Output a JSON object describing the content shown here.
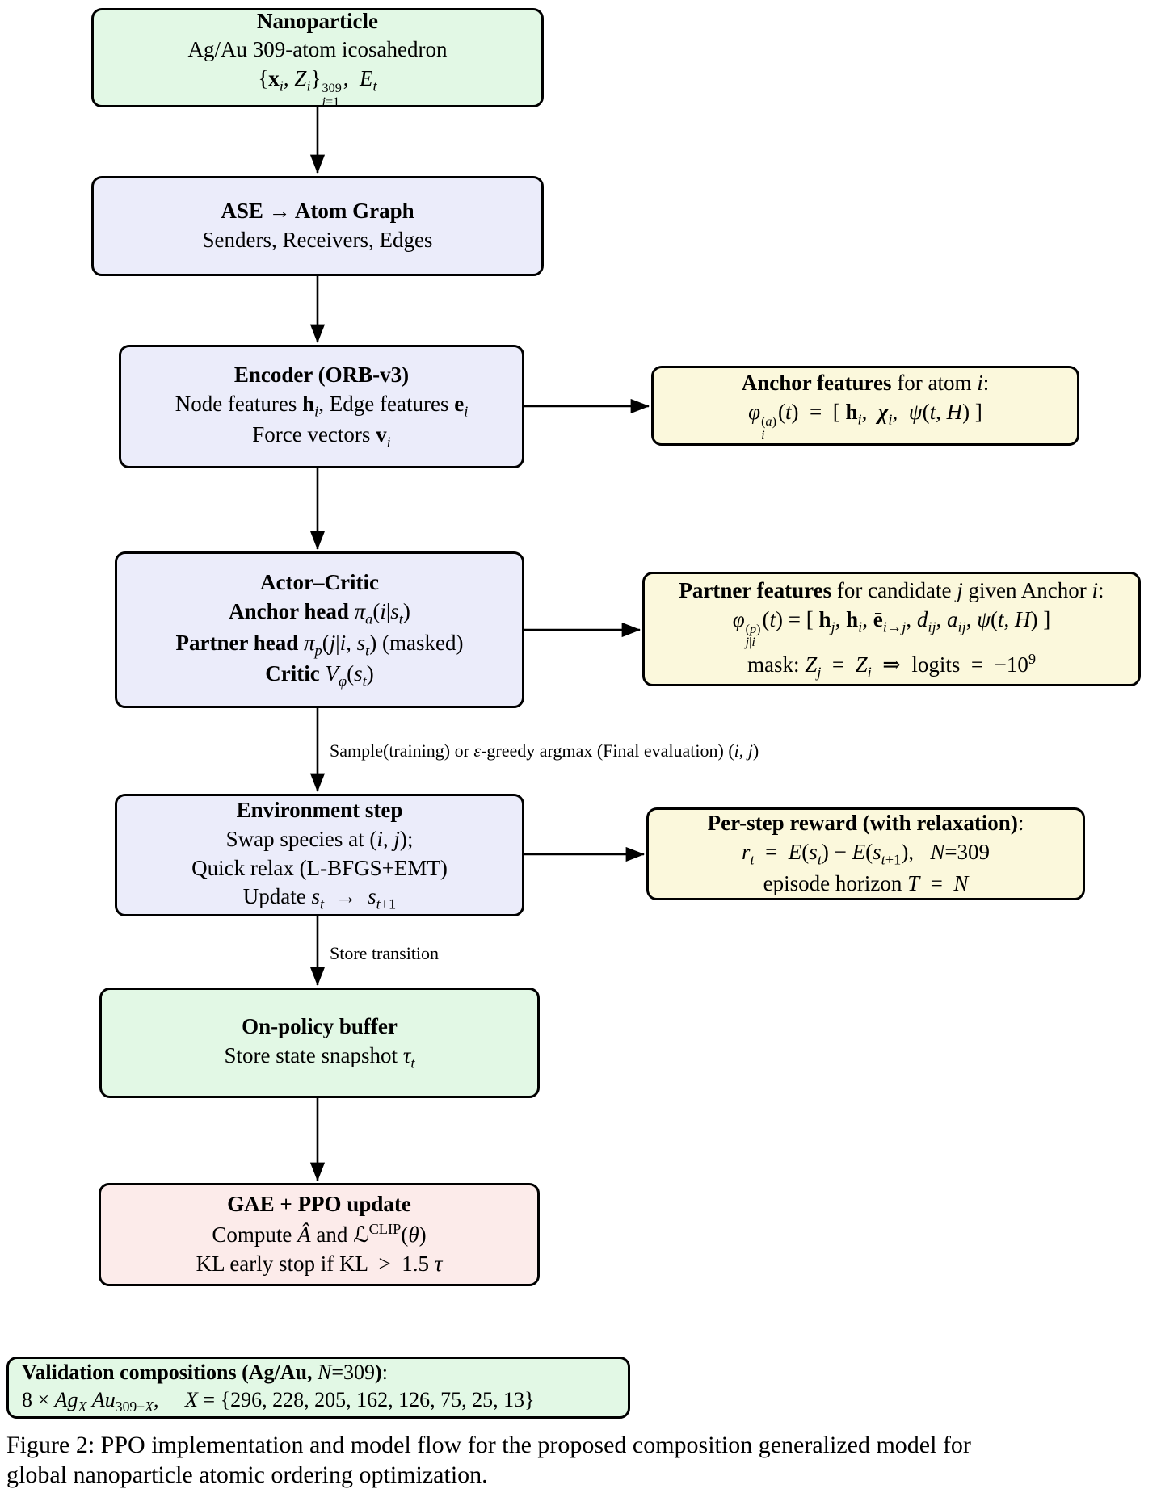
{
  "colors": {
    "green": "#e2f8e5",
    "lavender": "#ebecfa",
    "yellow": "#fbf8dc",
    "pink": "#fcebea",
    "border": "#000000",
    "arrow": "#000000"
  },
  "nodes": {
    "nanoparticle": {
      "title": "Nanoparticle",
      "lines": [
        "Ag/Au 309-atom icosahedron",
        "{<b>x</b><sub><i>i</i></sub>, <i>Z</i><sub><i>i</i></sub>}<span class=\"ss\"><span>309</span><span><i>i</i>=1</span></span>,&nbsp; <i>E</i><sub><i>t</i></sub>"
      ]
    },
    "atom_graph": {
      "title": "ASE → Atom Graph",
      "lines": [
        "Senders, Receivers, Edges"
      ]
    },
    "encoder": {
      "title": "Encoder (ORB-v3)",
      "lines": [
        "Node features <b>h</b><sub><i>i</i></sub>, Edge features <b>e</b><sub><i>i</i></sub>",
        "Force vectors <b>v</b><sub><i>i</i></sub>"
      ]
    },
    "anchor_features": {
      "lines": [
        "<b>Anchor features</b> for atom <i>i</i>:",
        "<i>φ</i><span class=\"ss\"><span>(<i>a</i>)</span><span><i>i</i></span></span>(<i>t</i>) &nbsp;=&nbsp; [ <b>h</b><sub><i>i</i></sub>, &nbsp;<b><i>χ</i></b><sub><i>i</i></sub>, &nbsp;<i>ψ</i>(<i>t</i>, <i>H</i>) ]"
      ]
    },
    "actor_critic": {
      "title": "Actor–Critic",
      "lines": [
        "<b>Anchor head</b> <i>π</i><sub><i>a</i></sub>(<i>i</i>|<i>s</i><sub><i>t</i></sub>)",
        "<b>Partner head</b> <i>π</i><sub><i>p</i></sub>(<i>j</i>|<i>i</i>, <i>s</i><sub><i>t</i></sub>) (masked)",
        "<b>Critic</b> <i>V</i><sub><i>φ</i></sub>(<i>s</i><sub><i>t</i></sub>)"
      ]
    },
    "partner_features": {
      "lines": [
        "<b>Partner features</b> for candidate <i>j</i> given Anchor <i>i</i>:",
        "<i>φ</i><span class=\"ss\"><span>(<i>p</i>)</span><span><i>j</i>|<i>i</i></span></span>(<i>t</i>) = [ <b>h</b><sub><i>j</i></sub>, <b>h</b><sub><i>i</i></sub>, <b>ē</b><sub><i>i</i>→<i>j</i></sub>, <i>d</i><sub><i>ij</i></sub>, <i>a</i><sub><i>ij</i></sub>, <i>ψ</i>(<i>t</i>, <i>H</i>) ]",
        "mask: <i>Z</i><sub><i>j</i></sub> &nbsp;=&nbsp; <i>Z</i><sub><i>i</i></sub> &nbsp;⇒&nbsp; logits &nbsp;=&nbsp; −10<sup>9</sup>"
      ]
    },
    "environment_step": {
      "title": "Environment step",
      "lines": [
        "Swap species at (<i>i</i>, <i>j</i>);",
        "Quick relax (L-BFGS+EMT)",
        "Update <i>s</i><sub><i>t</i></sub> &nbsp;→&nbsp; <i>s</i><sub><i>t</i>+1</sub>"
      ]
    },
    "per_step_reward": {
      "lines": [
        "<b>Per-step reward (with relaxation)</b>:",
        "<i>r</i><sub><i>t</i></sub> &nbsp;=&nbsp; <i>E</i>(<i>s</i><sub><i>t</i></sub>) − <i>E</i>(<i>s</i><sub><i>t</i>+1</sub>), &nbsp;&nbsp;<i>N</i>=309",
        "episode horizon <i>T</i> &nbsp;=&nbsp; <i>N</i>"
      ]
    },
    "on_policy_buffer": {
      "title": "On-policy buffer",
      "lines": [
        "Store state snapshot <i>τ</i><sub><i>t</i></sub>"
      ]
    },
    "gae_ppo": {
      "title": "GAE + PPO update",
      "lines": [
        "Compute <i>Â</i> and ℒ<sup>CLIP</sup>(<i>θ</i>)",
        "KL early stop if KL &nbsp;&gt;&nbsp; 1.5 <i>τ</i>"
      ]
    },
    "validation": {
      "lines": [
        "<b>Validation compositions (Ag/Au,</b> <i>N</i>=309<b>)</b>:",
        "8 × <i>Ag</i><sub><i>X</i></sub> <i>Au</i><sub>309−<i>X</i></sub>, &nbsp;&nbsp;&nbsp;&nbsp;<i>X</i> = {296, 228, 205, 162, 126, 75, 25, 13}"
      ]
    }
  },
  "edge_labels": {
    "sample": "Sample(training) or <i>ε</i>-greedy argmax (Final evaluation) (<i>i</i>, <i>j</i>)",
    "store": "Store transition"
  },
  "caption_lines": [
    "Figure 2: PPO implementation and model flow for the proposed composition generalized model for",
    "global nanoparticle atomic ordering optimization."
  ]
}
